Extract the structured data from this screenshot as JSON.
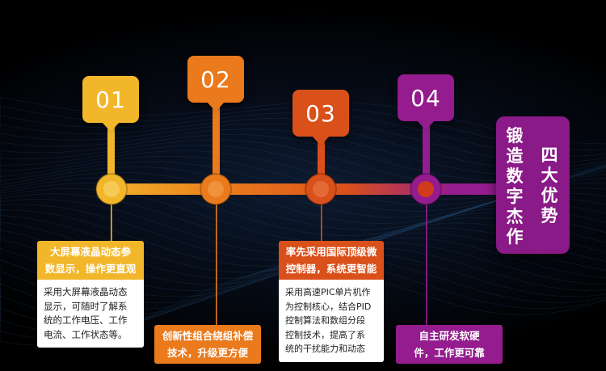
{
  "steps": [
    {
      "number": "01",
      "color": "#f2b62b"
    },
    {
      "number": "02",
      "color": "#ea7a1c"
    },
    {
      "number": "03",
      "color": "#d9501a"
    },
    {
      "number": "04",
      "color": "#941c8e"
    }
  ],
  "cards": [
    {
      "title_lines": [
        "大屏幕液晶动态参",
        "数显示，操作更直观"
      ],
      "body_lines": [
        "采用大屏幕液晶动态",
        "显示，可随时了解系",
        "统的工作电压、工作",
        "电流、工作状态等。"
      ]
    },
    {
      "title_lines": [
        "创新性组合绕组补偿",
        "技术，升级更方便"
      ],
      "body_lines": []
    },
    {
      "title_lines": [
        "率先采用国际顶级微",
        "控制器，系统更智能"
      ],
      "body_lines": [
        "采用高速PIC单片机作",
        "为控制核心，结合PID",
        "控制算法和数组分段",
        "控制技术，提高了系",
        "统的干扰能力和动态"
      ]
    },
    {
      "title_lines": [
        "自主研发软硬",
        "件，工作更可靠"
      ],
      "body_lines": []
    }
  ],
  "side_panel": {
    "col_right": "四大优势",
    "col_left": "锻造数字杰作"
  },
  "colors": {
    "yellow": "#f2b62b",
    "orange": "#ea7a1c",
    "red": "#d9501a",
    "purple": "#941c8e",
    "panel": "#8a1a87",
    "background": "#000000"
  }
}
